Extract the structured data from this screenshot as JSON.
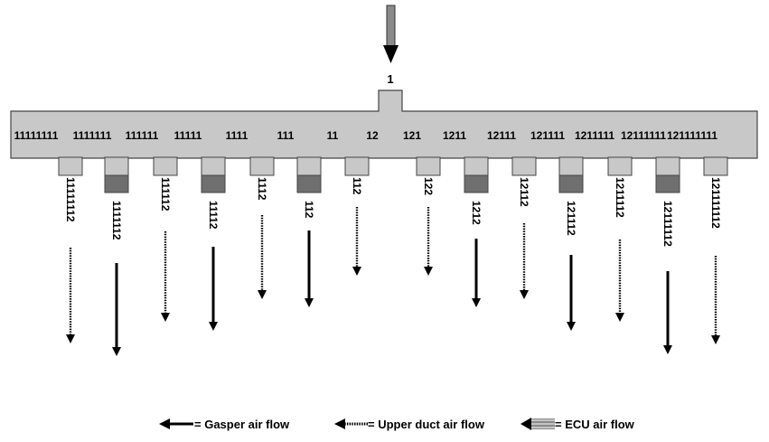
{
  "colors": {
    "duct": "#c8c8c8",
    "duct_stroke": "#444444",
    "ecu_block": "#6f6f6f",
    "arrow": "#000000",
    "inlet_arrow": "#8a8a8a"
  },
  "inlet": {
    "label": "1",
    "icon": "inlet-arrow-icon"
  },
  "duct_labels": [
    "11111111",
    "1111111",
    "111111",
    "11111",
    "1111",
    "111",
    "11",
    "12",
    "121",
    "1211",
    "12111",
    "121111",
    "1211111",
    "12111111",
    "121111111"
  ],
  "outlets": [
    {
      "label": "11111112",
      "flow": "upper"
    },
    {
      "label": "1111112",
      "flow": "gasper"
    },
    {
      "label": "111112",
      "flow": "upper"
    },
    {
      "label": "11112",
      "flow": "gasper"
    },
    {
      "label": "1112",
      "flow": "upper"
    },
    {
      "label": "112",
      "flow": "gasper"
    },
    {
      "label": "112",
      "flow": "upper"
    },
    {
      "label": "122",
      "flow": "upper"
    },
    {
      "label": "1212",
      "flow": "gasper"
    },
    {
      "label": "12112",
      "flow": "upper"
    },
    {
      "label": "121112",
      "flow": "gasper"
    },
    {
      "label": "1211112",
      "flow": "upper"
    },
    {
      "label": "12111112",
      "flow": "gasper"
    },
    {
      "label": "121111112",
      "flow": "upper"
    }
  ],
  "legend": {
    "gasper": "= Gasper air flow",
    "upper": "= Upper duct air flow",
    "ecu": "= ECU air flow"
  }
}
